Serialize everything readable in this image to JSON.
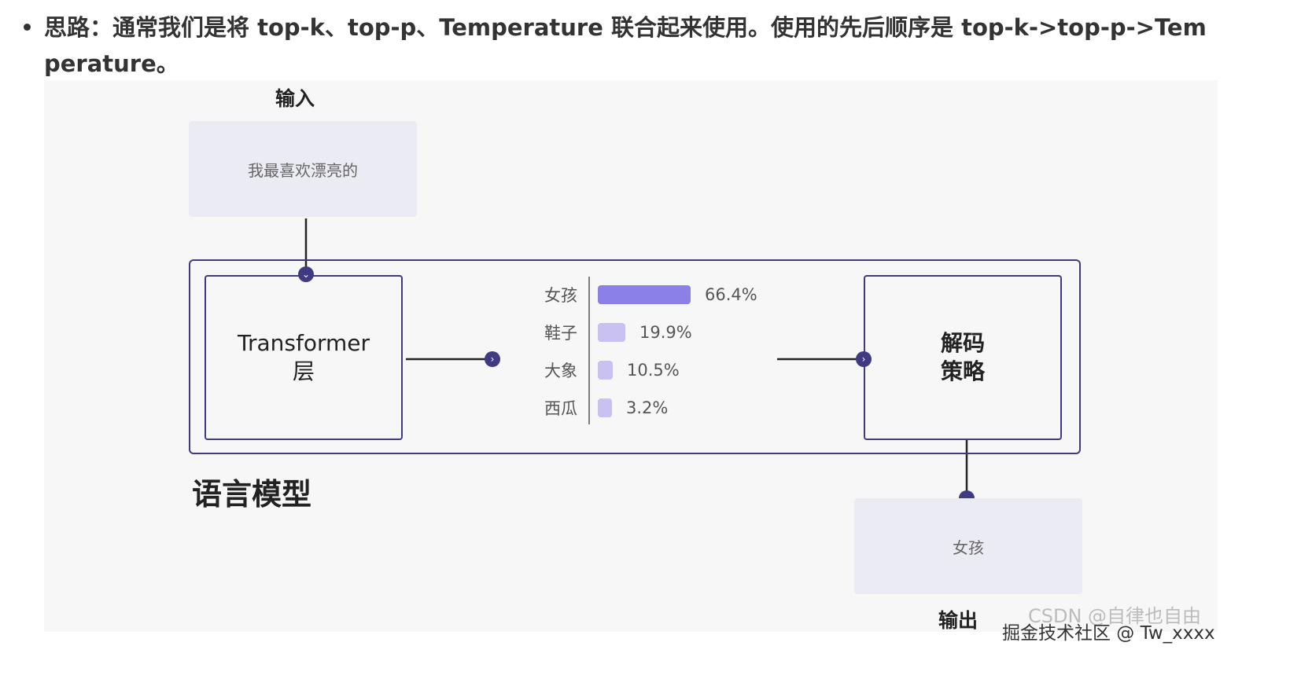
{
  "bullet": {
    "text": "思路：通常我们是将 top-k、top-p、Temperature 联合起来使用。使用的先后顺序是 top-k->top-p->Temperature。"
  },
  "diagram": {
    "input_label": "输入",
    "input_text": "我最喜欢漂亮的",
    "transformer_line1": "Transformer",
    "transformer_line2": "层",
    "decoder_line1": "解码",
    "decoder_line2": "策略",
    "model_label": "语言模型",
    "output_label": "输出",
    "output_text": "女孩",
    "distribution": [
      {
        "word": "女孩",
        "pct_label": "66.4%",
        "value": 66.4
      },
      {
        "word": "鞋子",
        "pct_label": "19.9%",
        "value": 19.9
      },
      {
        "word": "大象",
        "pct_label": "10.5%",
        "value": 10.5
      },
      {
        "word": "西瓜",
        "pct_label": "3.2%",
        "value": 3.2
      }
    ],
    "colors": {
      "accent": "#3f3a82",
      "bar_top": "#8a80e6",
      "bar_other": "#c9c1f2"
    }
  },
  "watermarks": {
    "csdn": "CSDN @自律也自由",
    "juejin": "掘金技术社区 @ Tw_xxxx"
  }
}
